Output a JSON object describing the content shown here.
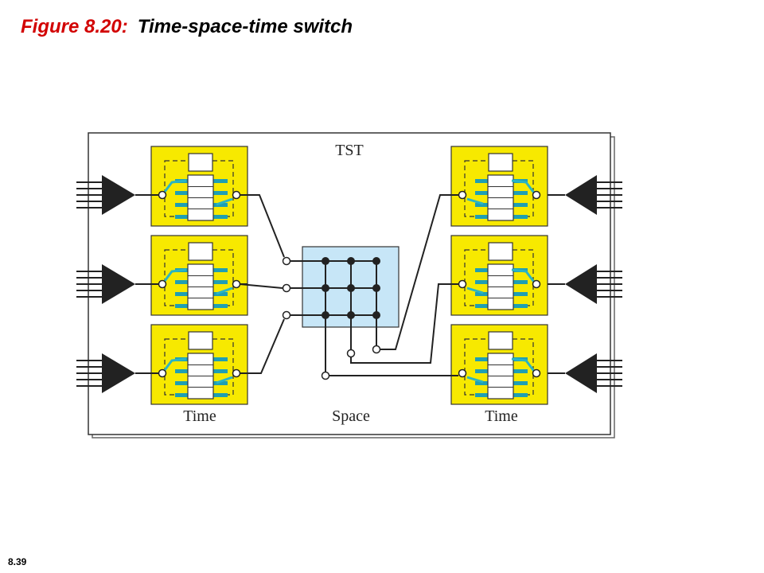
{
  "figure": {
    "number": "Figure 8.20:",
    "title": "Time-space-time switch"
  },
  "slide_number": "8.39",
  "diagram": {
    "labels": {
      "tst": "TST",
      "time_left": "Time",
      "space": "Space",
      "time_right": "Time"
    },
    "colors": {
      "tsi_box": "#f7e900",
      "space_switch": "#c7e6f7",
      "connector": "#2ab4c3",
      "frame": "#333333"
    }
  }
}
